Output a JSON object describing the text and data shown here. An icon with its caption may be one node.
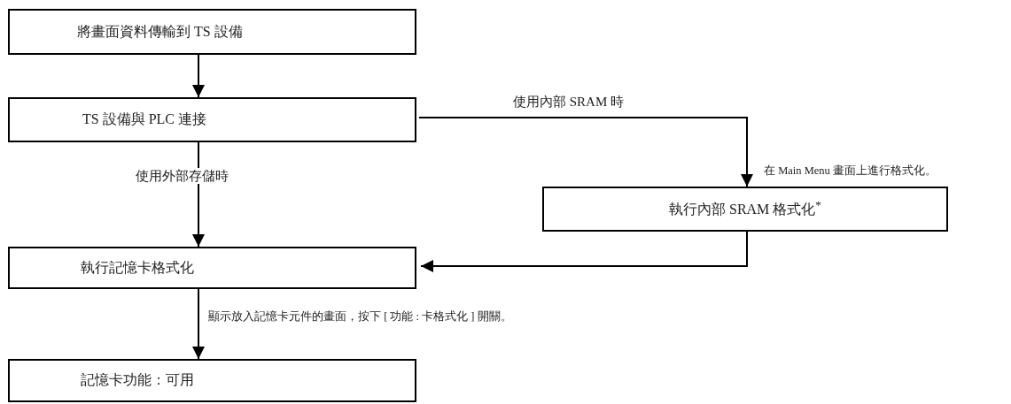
{
  "diagram": {
    "nodes": [
      {
        "text": [
          "將畫面資料傳輸到 TS 設備"
        ]
      },
      {
        "text": [
          "TS 設備與 PLC 連接"
        ]
      },
      {
        "text": [
          "執行內部 SRAM 格式化$^{*}$"
        ]
      },
      {
        "text": [
          "執行記憶卡格式化"
        ]
      },
      {
        "text": [
          "記憶卡功能：可用"
        ]
      }
    ],
    "edges": [
      {
        "from": 0,
        "to": 1,
        "arrow": "to"
      },
      {
        "from": 1,
        "to": 2,
        "arrow": "to",
        "label": "使用內部 SRAM 時"
      },
      {
        "from": 1,
        "to": 3,
        "arrow": "to",
        "label": "使用外部存儲時"
      },
      {
        "from": 2,
        "to": 3,
        "arrow": "to"
      },
      {
        "from": 3,
        "to": 4,
        "arrow": "to",
        "label": "顯示放入記憶卡元件的畫面，按下 [ 功能 : 卡格式化 ] 開關。"
      }
    ],
    "labels": [
      "在 Main Menu 畫面上進行格式化。"
    ]
  }
}
